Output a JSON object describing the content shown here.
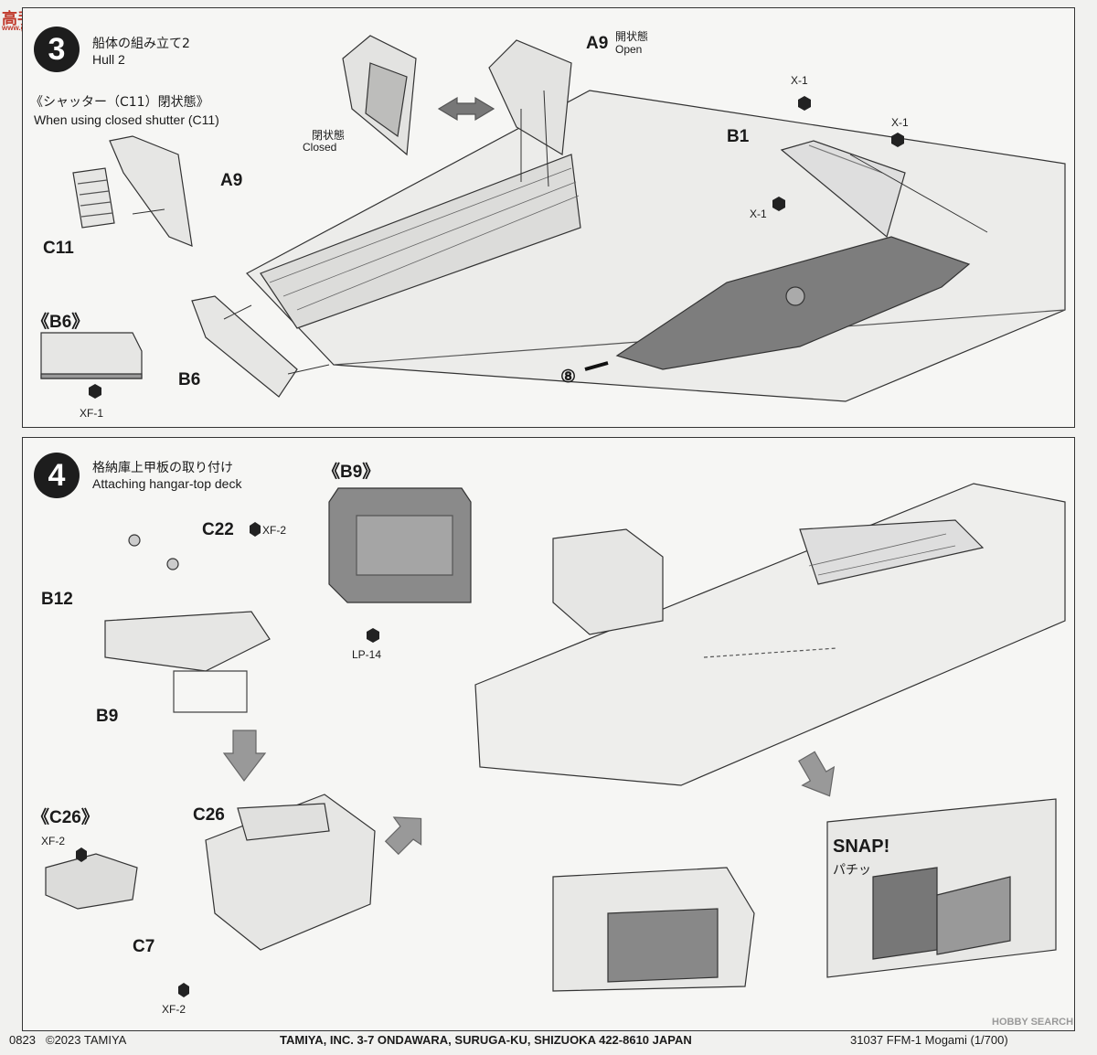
{
  "watermark": {
    "brand": "高手网",
    "url": "www.gaoshou.net"
  },
  "step3": {
    "number": "3",
    "title_ja": "船体の組み立て2",
    "title_en": "Hull 2",
    "shutter_ja": "《シャッター（C11）閉状態》",
    "shutter_en": "When using closed shutter (C11)",
    "closed_ja": "閉状態",
    "closed_en": "Closed",
    "open_ja": "開状態",
    "open_en": "Open",
    "labels": {
      "a9_top": "A9",
      "a9_left": "A9",
      "c11": "C11",
      "b6_callout": "《B6》",
      "b6": "B6",
      "xf1": "XF-1",
      "b1": "B1",
      "x1_a": "X-1",
      "x1_b": "X-1",
      "x1_c": "X-1",
      "ref8": "⑧"
    }
  },
  "step4": {
    "number": "4",
    "title_ja": "格納庫上甲板の取り付け",
    "title_en": "Attaching hangar-top deck",
    "labels": {
      "b9_callout": "《B9》",
      "lp14": "LP-14",
      "c22": "C22",
      "xf2_a": "XF-2",
      "b12": "B12",
      "b9": "B9",
      "c26_callout": "《C26》",
      "xf2_b": "XF-2",
      "c26": "C26",
      "c7": "C7",
      "xf2_c": "XF-2"
    },
    "snap_en": "SNAP!",
    "snap_ja": "パチッ"
  },
  "footer": {
    "code": "0823",
    "copyright": "©2023 TAMIYA",
    "address": "TAMIYA, INC.  3-7 ONDAWARA, SURUGA-KU, SHIZUOKA 422-8610 JAPAN",
    "item": "31037  FFM-1 Mogami (1/700)"
  },
  "watermark_bottom": "HOBBY SEARCH",
  "colors": {
    "ink": "#1a1a1a",
    "deck": "#8a8a8a",
    "panel": "#f6f6f4"
  }
}
